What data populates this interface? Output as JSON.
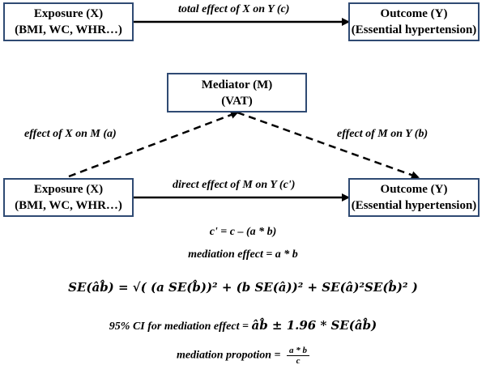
{
  "top": {
    "exposure_line1": "Exposure (X)",
    "exposure_line2": "(BMI, WC, WHR…)",
    "outcome_line1": "Outcome (Y)",
    "outcome_line2": "(Essential hypertension)",
    "total_effect_label": "total effect of X on Y (c)"
  },
  "bottom": {
    "mediator_line1": "Mediator (M)",
    "mediator_line2": "(VAT)",
    "exposure_line1": "Exposure (X)",
    "exposure_line2": "(BMI, WC, WHR…)",
    "outcome_line1": "Outcome (Y)",
    "outcome_line2": "(Essential hypertension)",
    "effect_a_label": "effect of X on M (a)",
    "effect_b_label": "effect of M on Y (b)",
    "direct_effect_label": "direct effect of M on Y (c')"
  },
  "equations": {
    "c_prime": "c' = c – (a * b)",
    "mediation_effect": "mediation effect = a * b",
    "se_formula": "SE(âb̂) = √( (a SE(b̂))² + (b SE(â))² + SE(â)²SE(b̂)² )",
    "ci_prefix": "95% CI for mediation effect = ",
    "ci_formula": "âb̂ ± 1.96 * SE(âb̂)",
    "proportion_prefix": "mediation propotion = ",
    "proportion_numerator": "a * b",
    "proportion_denominator": "c"
  },
  "colors": {
    "box_border": "#2f4a73",
    "arrow": "#000000"
  }
}
